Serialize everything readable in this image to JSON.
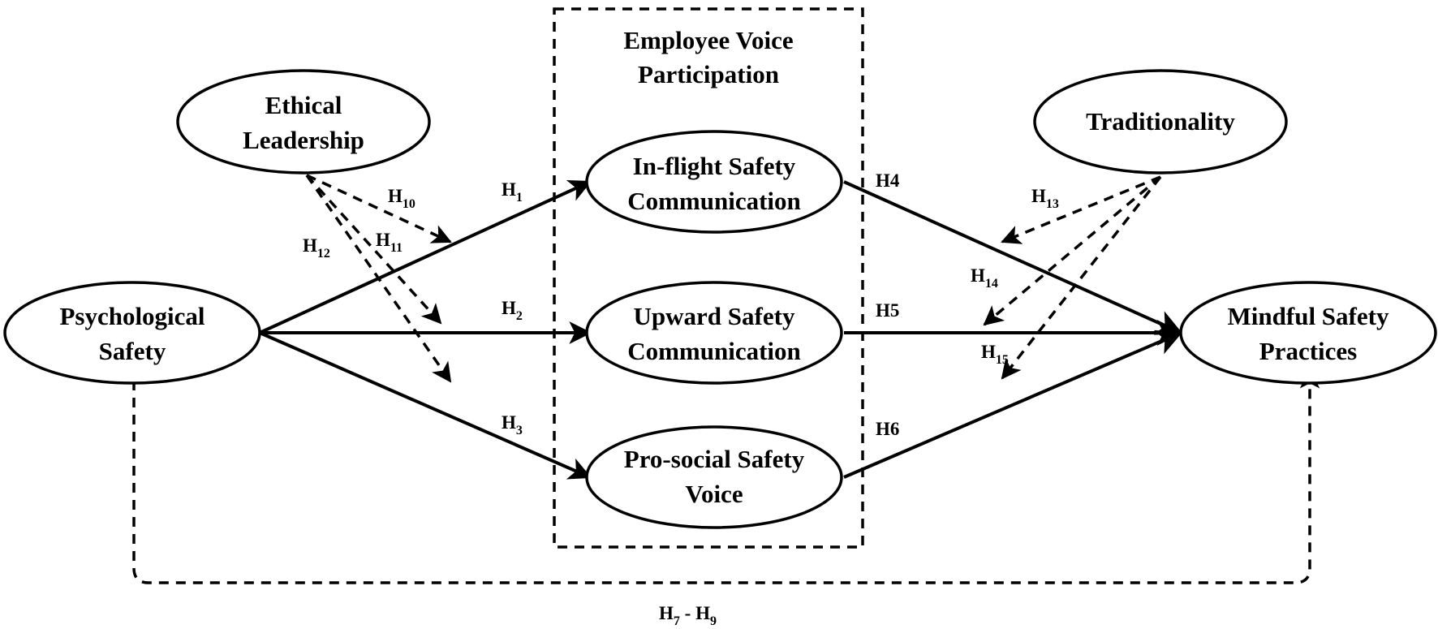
{
  "group": {
    "title_line1": "Employee Voice",
    "title_line2": "Participation"
  },
  "nodes": {
    "ethical_leadership": {
      "line1": "Ethical",
      "line2": "Leadership"
    },
    "psychological_safety": {
      "line1": "Psychological",
      "line2": "Safety"
    },
    "inflight": {
      "line1": "In-flight Safety",
      "line2": "Communication"
    },
    "upward": {
      "line1": "Upward Safety",
      "line2": "Communication"
    },
    "prosocial": {
      "line1": "Pro-social Safety",
      "line2": "Voice"
    },
    "traditionality": {
      "line1": "Traditionality"
    },
    "mindful": {
      "line1": "Mindful Safety",
      "line2": "Practices"
    }
  },
  "hypotheses": {
    "h1": {
      "base": "H",
      "sub": "1"
    },
    "h2": {
      "base": "H",
      "sub": "2"
    },
    "h3": {
      "base": "H",
      "sub": "3"
    },
    "h4": {
      "base": "H4"
    },
    "h5": {
      "base": "H5"
    },
    "h6": {
      "base": "H6"
    },
    "h10": {
      "base": "H",
      "sub": "10"
    },
    "h11": {
      "base": "H",
      "sub": "11"
    },
    "h12": {
      "base": "H",
      "sub": "12"
    },
    "h13": {
      "base": "H",
      "sub": "13"
    },
    "h14": {
      "base": "H",
      "sub": "14"
    },
    "h15": {
      "base": "H",
      "sub": "15"
    },
    "h7_h9": {
      "a": "H",
      "a_sub": "7",
      "sep": " - ",
      "b": "H",
      "b_sub": "9"
    }
  }
}
